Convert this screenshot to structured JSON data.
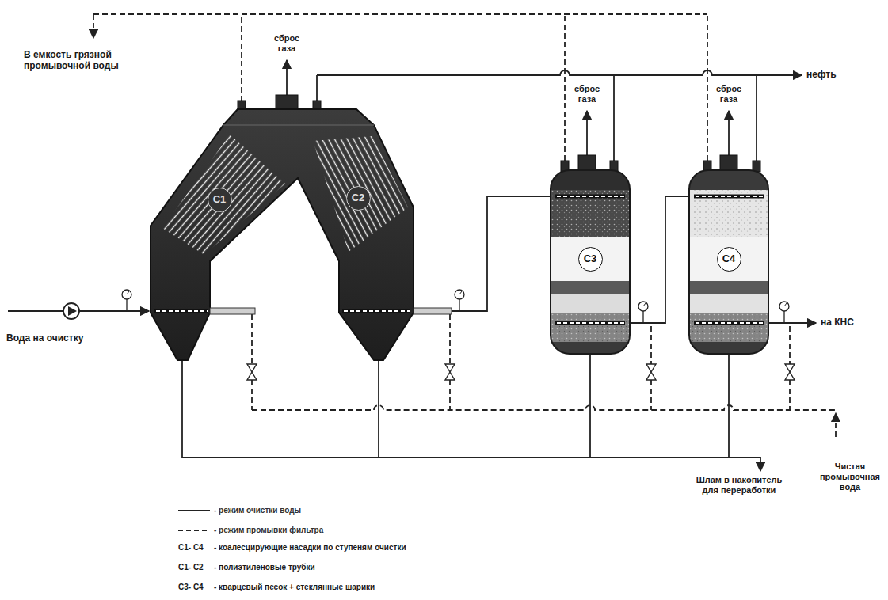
{
  "diagram": {
    "nodes": [
      {
        "text": [
          "C1"
        ]
      },
      {
        "text": [
          "C2"
        ]
      },
      {
        "text": [
          "C3"
        ]
      },
      {
        "text": [
          "C4"
        ]
      }
    ],
    "labels": [
      "В емкость грязной промывочной воды",
      "сброс газа",
      "нефть",
      "сброс газа",
      "сброс газа",
      "Вода на очистку",
      "на КНС",
      "Чистая промывочная вода",
      "Шлам в накопитель для переработки",
      "C1- C4",
      "- коалесцирующие насадки по ступеням очистки",
      "C1- C2",
      "- полиэтиленовые трубки",
      "C3- C4",
      "- кварцевый песок + стеклянные шарики"
    ],
    "legend": [
      {
        "text": "- режим очистки воды"
      },
      {
        "text": "- режим промывки фильтра"
      }
    ]
  }
}
